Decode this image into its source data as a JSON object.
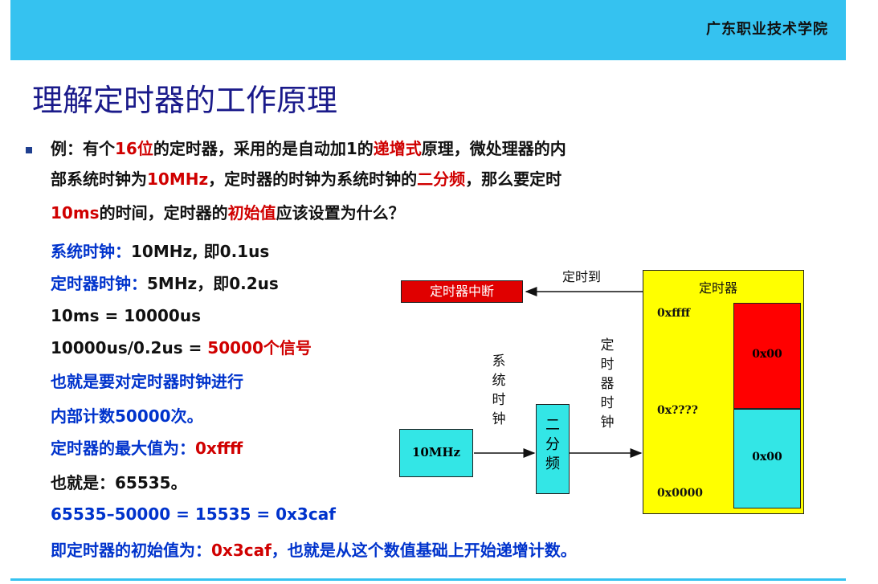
{
  "header": {
    "school": "广东职业技术学院"
  },
  "title": "理解定时器的工作原理",
  "bullet": {
    "line1": [
      {
        "t": "例：有个",
        "c": ""
      },
      {
        "t": "16位",
        "c": "red"
      },
      {
        "t": "的定时器，采用的是自动加1的",
        "c": ""
      },
      {
        "t": "递增式",
        "c": "red"
      },
      {
        "t": "原理，微处理器的内",
        "c": ""
      }
    ],
    "line2": [
      {
        "t": "部系统时钟为",
        "c": ""
      },
      {
        "t": "10MHz",
        "c": "red"
      },
      {
        "t": "，定时器的时钟为系统时钟的",
        "c": ""
      },
      {
        "t": "二分频",
        "c": "red"
      },
      {
        "t": "，那么要定时",
        "c": ""
      }
    ],
    "line3": [
      {
        "t": "10ms",
        "c": "red"
      },
      {
        "t": "的时间，定时器的",
        "c": ""
      },
      {
        "t": "初始值",
        "c": "red"
      },
      {
        "t": "应该设置为什么？",
        "c": ""
      }
    ]
  },
  "calc": [
    [
      {
        "t": "系统时钟：",
        "c": "blue"
      },
      {
        "t": "10MHz, 即0.1us",
        "c": ""
      }
    ],
    [
      {
        "t": "定时器时钟：",
        "c": "blue"
      },
      {
        "t": "5MHz，即0.2us",
        "c": ""
      }
    ],
    [
      {
        "t": "10ms = 10000us",
        "c": ""
      }
    ],
    [
      {
        "t": "10000us/0.2us = ",
        "c": ""
      },
      {
        "t": "50000个信号",
        "c": "red"
      }
    ],
    [
      {
        "t": "也就是要对定时器时钟进行",
        "c": "blue"
      }
    ],
    [
      {
        "t": "内部计数50000次。",
        "c": "blue"
      }
    ],
    [
      {
        "t": "定时器的最大值为：",
        "c": "blue"
      },
      {
        "t": "0xffff",
        "c": "red"
      }
    ],
    [
      {
        "t": "也就是：65535。",
        "c": ""
      }
    ],
    [
      {
        "t": "65535–50000 = 15535 = 0x3caf",
        "c": "blue"
      }
    ],
    [
      {
        "t": "即定时器的初始值为：",
        "c": "blue"
      },
      {
        "t": "0x3caf",
        "c": "red"
      },
      {
        "t": "，也就是从这个数值基础上开始递增计数。",
        "c": "blue"
      }
    ]
  ],
  "diagram": {
    "interrupt": "定时器中断",
    "timeout": "定时到",
    "timer_title": "定时器",
    "max": "0xffff",
    "mid": "0x????",
    "min": "0x0000",
    "reg_top": "0x00",
    "reg_bottom": "0x00",
    "clock": "10MHz",
    "sys_clock": [
      "系",
      "统",
      "时",
      "钟"
    ],
    "divider": [
      "二",
      "分",
      "频"
    ],
    "timer_clock": [
      "定",
      "时",
      "器",
      "时",
      "钟"
    ]
  },
  "colors": {
    "header": "#35c2f0",
    "emph": "#d00000",
    "blue": "#0033cc",
    "timer": "#ffff00",
    "cyan": "#33e6e6"
  }
}
